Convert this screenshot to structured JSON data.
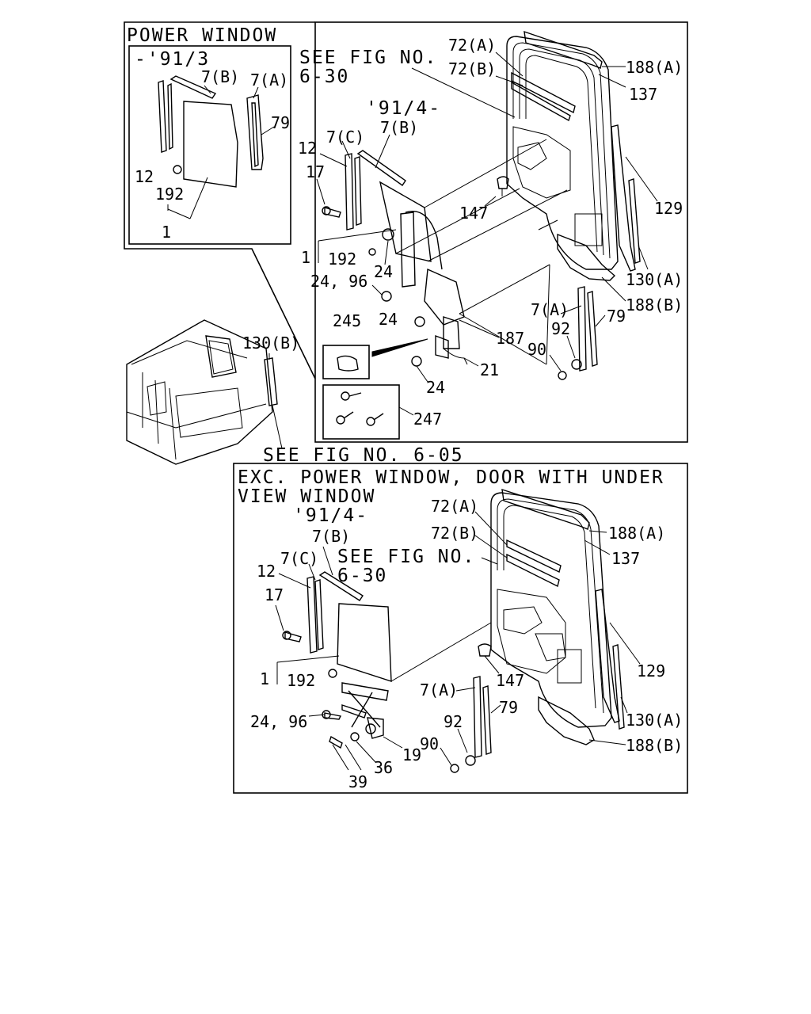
{
  "colors": {
    "ink": "#000000",
    "paper": "#ffffff"
  },
  "upper_section": {
    "title": "POWER WINDOW",
    "inset": {
      "date_range": "-'91/3",
      "labels": {
        "p7b": "7(B)",
        "p7a": "7(A)",
        "p79": "79",
        "p12": "12",
        "p192": "192",
        "p1": "1"
      }
    },
    "note_see_fig": "SEE FIG NO.",
    "note_fig_number": "6-30",
    "date_from": "'91/4-",
    "labels": {
      "p72a": "72(A)",
      "p72b": "72(B)",
      "p188a": "188(A)",
      "p137": "137",
      "p7c": "7(C)",
      "p7b": "7(B)",
      "p12": "12",
      "p17": "17",
      "p147": "147",
      "p129": "129",
      "p1": "1",
      "p192": "192",
      "p24_a": "24",
      "p2496": "24, 96",
      "p130a": "130(A)",
      "p188b": "188(B)",
      "p7a": "7(A)",
      "p79": "79",
      "p92": "92",
      "p24_b": "24",
      "p187": "187",
      "p90": "90",
      "p245": "245",
      "p21": "21",
      "p24_c": "24",
      "p247": "247",
      "p130b": "130(B)"
    }
  },
  "middle_note": "SEE FIG NO. 6-05",
  "lower_section": {
    "title_line1": "EXC. POWER WINDOW, DOOR WITH UNDER",
    "title_line2": "VIEW WINDOW",
    "date_from": "'91/4-",
    "note_see_fig": "SEE FIG NO.",
    "note_fig_number": "6-30",
    "labels": {
      "p72a": "72(A)",
      "p72b": "72(B)",
      "p188a": "188(A)",
      "p137": "137",
      "p7b": "7(B)",
      "p7c": "7(C)",
      "p12": "12",
      "p17": "17",
      "p147": "147",
      "p129": "129",
      "p1": "1",
      "p192": "192",
      "p2496": "24, 96",
      "p7a": "7(A)",
      "p79": "79",
      "p130a": "130(A)",
      "p92": "92",
      "p90": "90",
      "p19": "19",
      "p36": "36",
      "p39": "39",
      "p188b": "188(B)"
    }
  }
}
